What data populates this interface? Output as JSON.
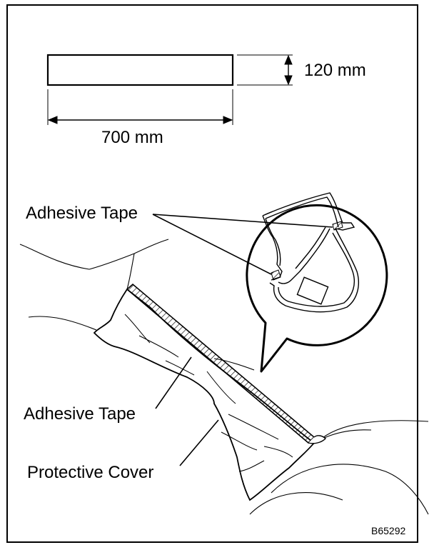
{
  "dimensions": {
    "height_label": "120 mm",
    "width_label": "700 mm"
  },
  "callouts": {
    "adhesive_tape_top": "Adhesive Tape",
    "adhesive_tape_bottom": "Adhesive Tape",
    "protective_cover": "Protective Cover"
  },
  "figure_code": "B65292"
}
